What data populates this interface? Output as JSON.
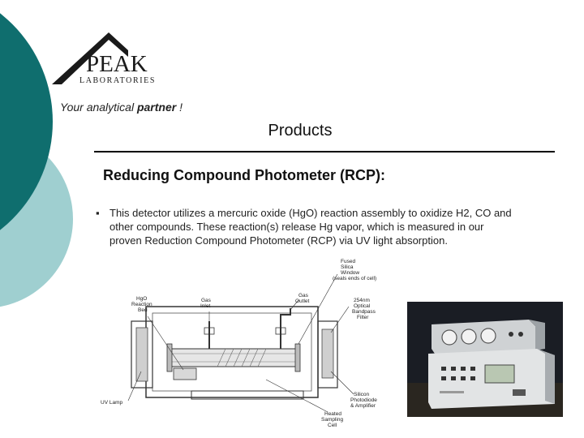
{
  "brand": {
    "logo_name": "PEAK",
    "logo_sub": "LABORATORIES",
    "tagline_plain": "Your analytical ",
    "tagline_bold": "partner",
    "tagline_end": " !"
  },
  "slide": {
    "title": "Products",
    "subtitle": "Reducing Compound Photometer (RCP):",
    "bullet_symbol": "▪",
    "bullet_text": "This detector utilizes a mercuric oxide (HgO) reaction assembly to oxidize H2, CO and other compounds. These reaction(s) release Hg vapor, which is measured in our proven Reduction Compound Photometer (RCP) via UV light absorption."
  },
  "diagram": {
    "labels": {
      "fused_1": "Fused",
      "fused_2": "Silica",
      "fused_3": "Window",
      "fused_4": "(seals ends of cell)",
      "hgo_1": "HgO",
      "hgo_2": "Reaction",
      "hgo_3": "Bed",
      "gas_inlet_1": "Gas",
      "gas_inlet_2": "Inlet",
      "gas_outlet_1": "Gas",
      "gas_outlet_2": "Outlet",
      "filter_1": "254nm",
      "filter_2": "Optical",
      "filter_3": "Bandpass",
      "filter_4": "Filter",
      "uv_lamp": "UV Lamp",
      "silicon_1": "Silicon",
      "silicon_2": "Photodiode",
      "silicon_3": "& Amplifier",
      "heated_1": "Heated",
      "heated_2": "Sampling",
      "heated_3": "Cell"
    }
  },
  "colors": {
    "teal_dark": "#0f6e6e",
    "teal_light": "#9fcfd0",
    "text": "#222222"
  }
}
